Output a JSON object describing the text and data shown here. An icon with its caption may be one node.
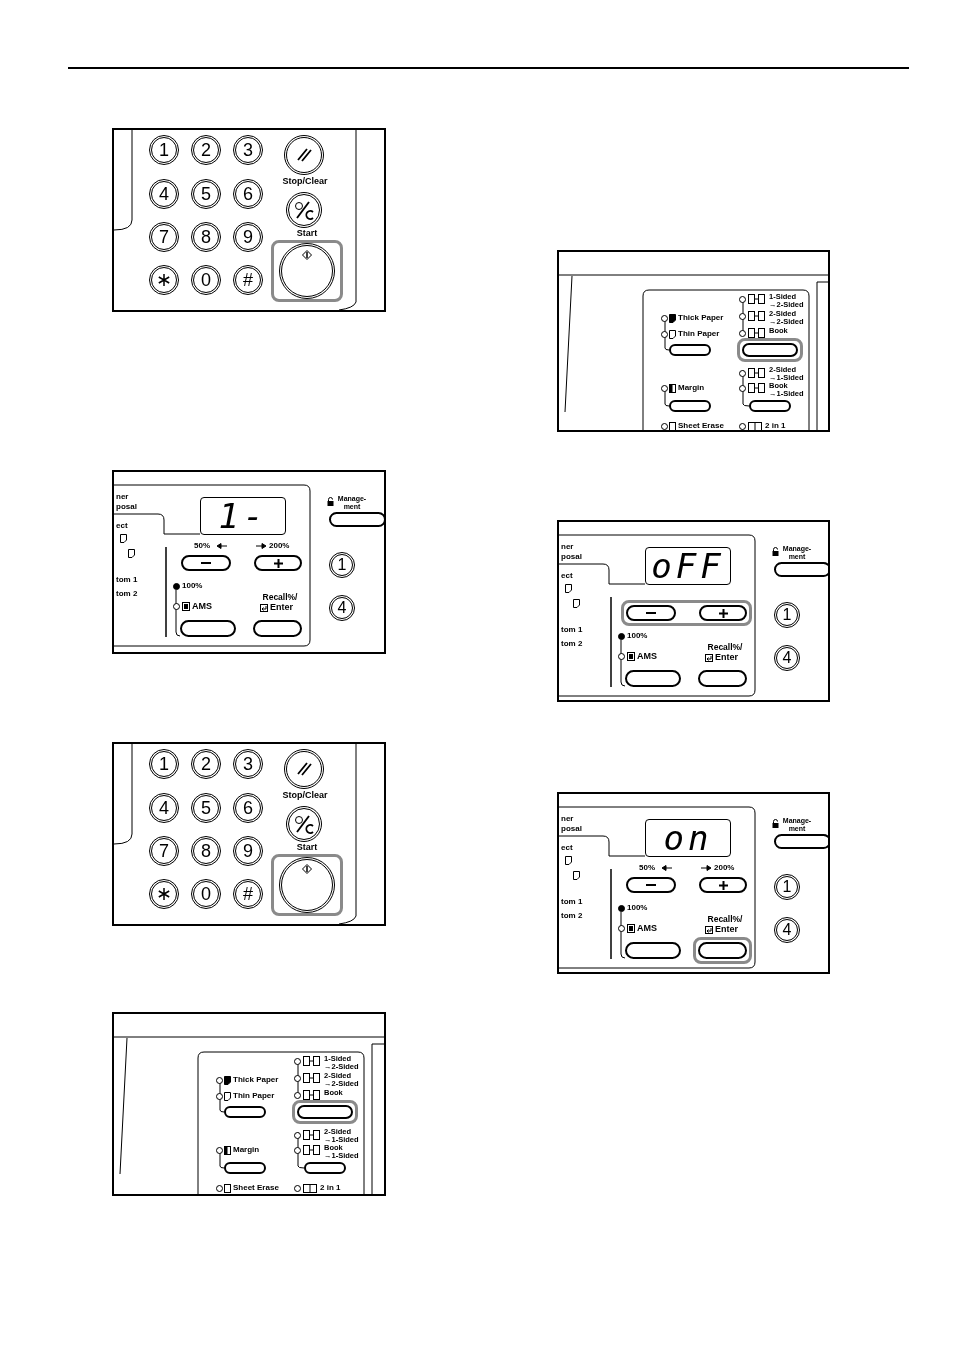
{
  "diagram": {
    "labels": [
      "1",
      "2",
      "3",
      "4",
      "5",
      "6",
      "Stop/Clear",
      "7",
      "8",
      "9",
      "Start",
      "0",
      "#",
      "1-Sided →2-Sided",
      "Thick Paper",
      "2-Sided →2-Sided",
      "Thin Paper",
      "Book",
      "2-Sided →1-Sided",
      "Margin",
      "Book →1-Sided",
      "Sheet Erase",
      "2 in 1",
      "ner",
      "posal",
      "Manage- ment",
      "1-",
      "ect",
      "50%",
      "200%",
      "1",
      "tom 1",
      "100%",
      "tom 2",
      "AMS",
      "Recall%/",
      "Enter",
      "4",
      "ner",
      "posal",
      "Manage- ment",
      "oFF",
      "ect",
      "1",
      "tom 1",
      "100%",
      "tom 2",
      "AMS",
      "Recall%/",
      "Enter",
      "4",
      "1",
      "2",
      "3",
      "4",
      "5",
      "6",
      "Stop/Clear",
      "7",
      "8",
      "9",
      "Start",
      "0",
      "#",
      "ner",
      "posal",
      "Manage- ment",
      "on",
      "ect",
      "50%",
      "200%",
      "1",
      "tom 1",
      "100%",
      "tom 2",
      "AMS",
      "Recall%/",
      "Enter",
      "4",
      "1-Sided →2-Sided",
      "Thick Paper",
      "2-Sided →2-Sided",
      "Thin Paper",
      "Book",
      "2-Sided →1-Sided",
      "Margin",
      "Book →1-Sided",
      "Sheet Erase",
      "2 in 1"
    ]
  }
}
